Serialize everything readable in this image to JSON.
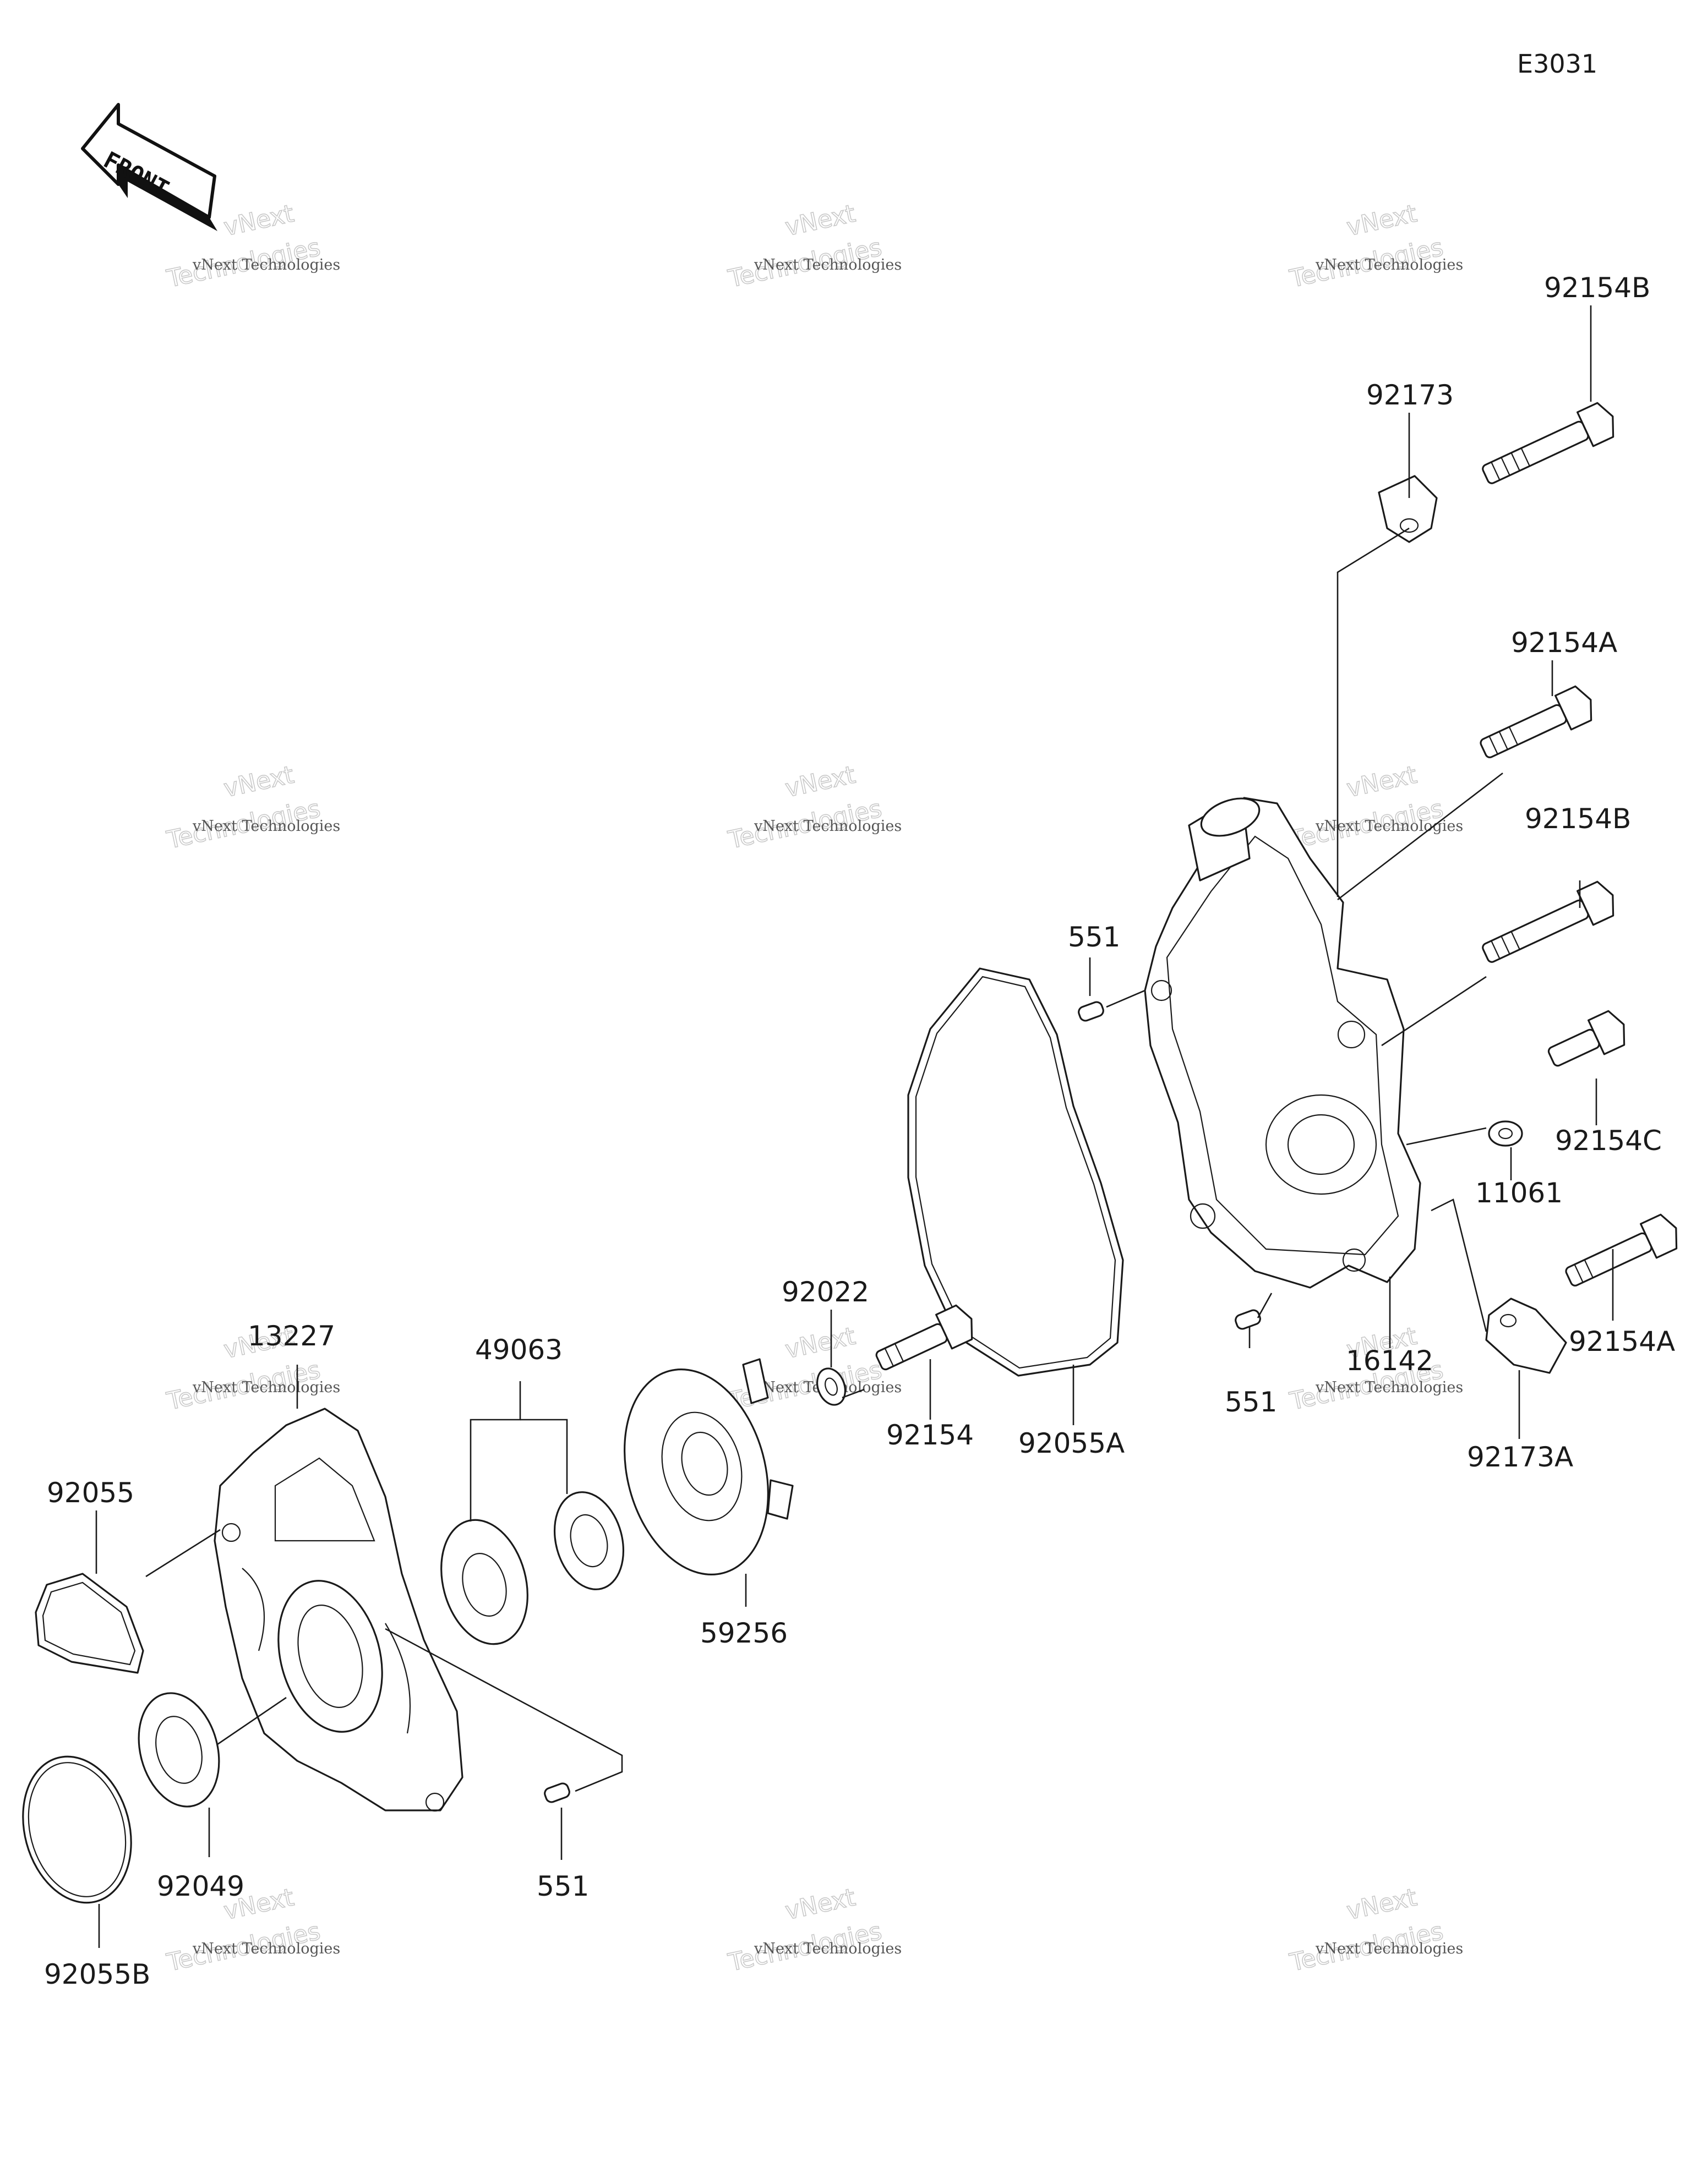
{
  "diagram_code": "E3031",
  "front_label": "FRONT",
  "watermark": {
    "line1": "vNext Technologies",
    "line2": "Technologies",
    "small": "vNext"
  },
  "labels": {
    "p92154B_top": "92154B",
    "p92173": "92173",
    "p92154A_top": "92154A",
    "p92154B_mid": "92154B",
    "p551_top": "551",
    "p92154C": "92154C",
    "p11061": "11061",
    "p16142": "16142",
    "p551_mid": "551",
    "p92154A_bot": "92154A",
    "p92173A": "92173A",
    "p92055A": "92055A",
    "p92022": "92022",
    "p92154": "92154",
    "p49063": "49063",
    "p13227": "13227",
    "p59256": "59256",
    "p92055": "92055",
    "p92049": "92049",
    "p551_bot": "551",
    "p92055B": "92055B"
  }
}
